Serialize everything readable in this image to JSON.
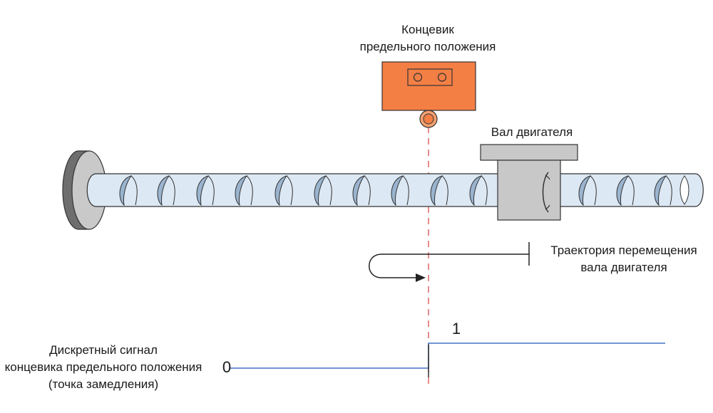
{
  "labels": {
    "limit_switch": [
      "Концевик",
      "предельного положения"
    ],
    "motor_shaft": "Вал двигателя",
    "trajectory": [
      "Траектория перемещения",
      "вала двигателя"
    ],
    "signal": [
      "Дискретный сигнал",
      "концевика предельного положения",
      "(точка замедления)"
    ]
  },
  "signal": {
    "low_value": "0",
    "high_value": "1"
  },
  "colors": {
    "limit_switch_body": "#f47f45",
    "limit_switch_roller": "#f4a070",
    "screw_shaft": "#dce8f4",
    "screw_thread": "#9ab4cf",
    "carriage": "#c8c8c8",
    "end_disc_dark": "#6e6e6e",
    "end_disc_light": "#c9c9c9",
    "guide_line": "#e06666",
    "signal_line": "#4472c4"
  }
}
